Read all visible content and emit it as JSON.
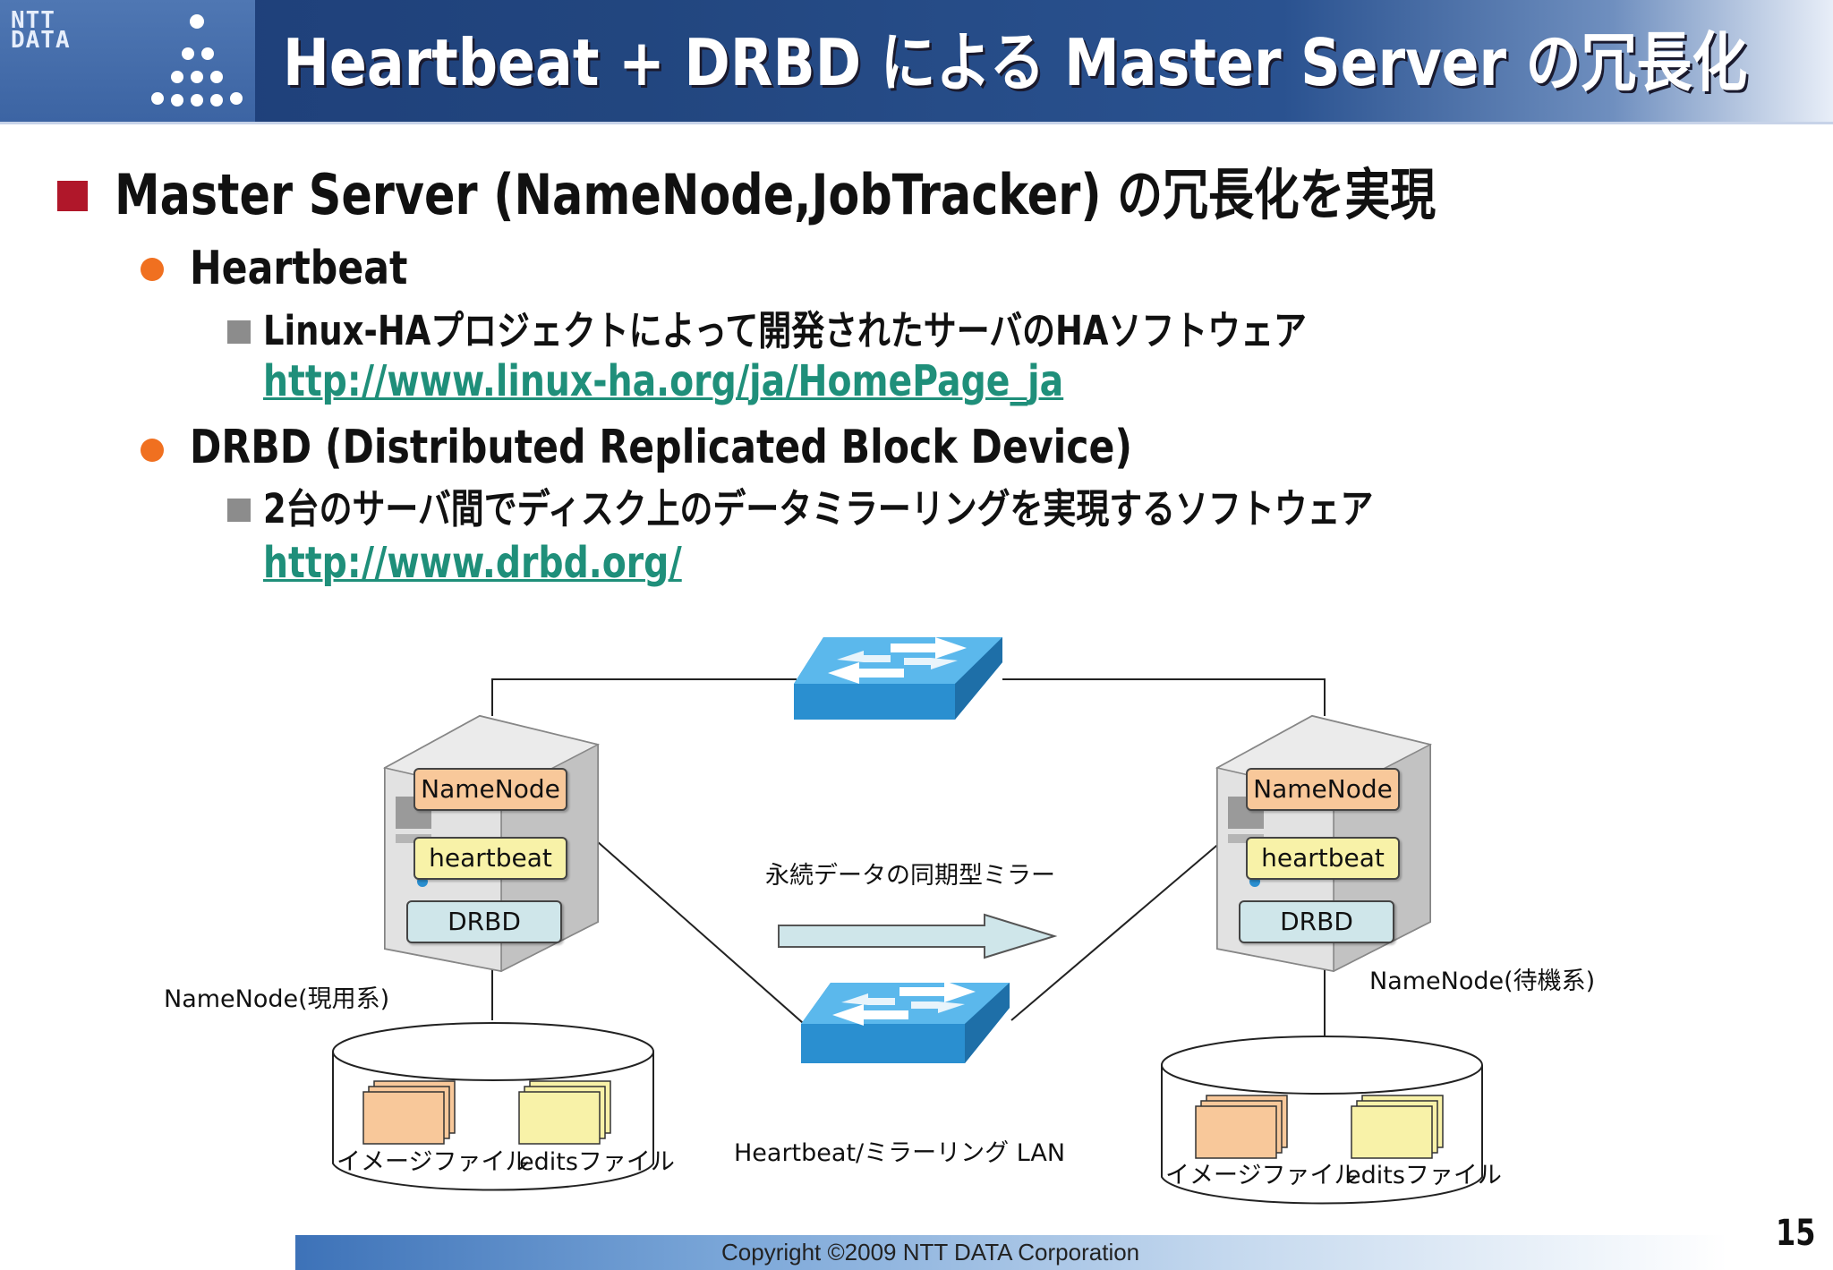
{
  "header": {
    "logo_text": "NTT DATA",
    "title": "Heartbeat + DRBD による Master Server の冗長化"
  },
  "bullets": {
    "main": "Master Server (NameNode,JobTracker) の冗長化を実現",
    "items": [
      {
        "heading": "Heartbeat",
        "desc": "Linux-HAプロジェクトによって開発されたサーバのHAソフトウェア",
        "link": "http://www.linux-ha.org/ja/HomePage_ja"
      },
      {
        "heading": "DRBD (Distributed Replicated Block Device)",
        "desc": "2台のサーバ間でディスク上のデータミラーリングを実現するソフトウェア",
        "link": "http://www.drbd.org/"
      }
    ]
  },
  "diagram": {
    "left_server": {
      "components": [
        "NameNode",
        "heartbeat",
        "DRBD"
      ],
      "label": "NameNode(現用系)",
      "disk_files": [
        "イメージファイル",
        "editsファイル"
      ]
    },
    "right_server": {
      "components": [
        "NameNode",
        "heartbeat",
        "DRBD"
      ],
      "label": "NameNode(待機系)",
      "disk_files": [
        "イメージファイル",
        "editsファイル"
      ]
    },
    "mirror_label": "永続データの同期型ミラー",
    "lan_label": "Heartbeat/ミラーリング LAN",
    "colors": {
      "namenode": "#f8c89a",
      "heartbeat": "#f8f2a8",
      "drbd": "#cfe6ea",
      "switch": "#2a8fd0",
      "arrow": "#cfe6ea"
    }
  },
  "footer": {
    "copyright": "Copyright ©2009 NTT DATA Corporation",
    "page_number": "15"
  }
}
